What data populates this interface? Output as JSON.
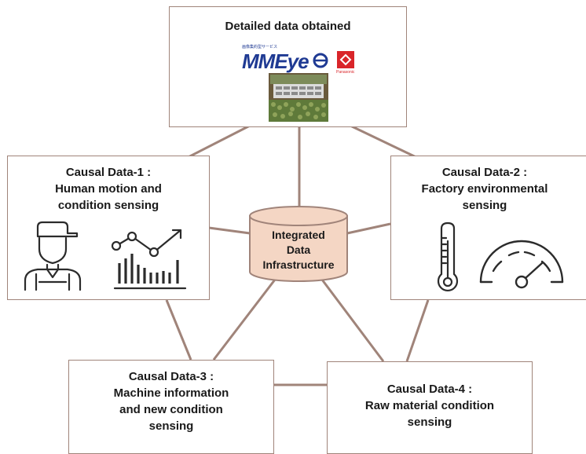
{
  "top": {
    "title": "Detailed data obtained",
    "logo_text": "MMEye",
    "logo_subtext": "画像集約型サービス",
    "badge_text": "Panasonic"
  },
  "center": {
    "lines": [
      "Integrated",
      "Data",
      "Infrastructure"
    ]
  },
  "causal_1": {
    "lines": [
      "Causal Data-1 :",
      "Human motion and",
      "condition sensing"
    ]
  },
  "causal_2": {
    "lines": [
      "Causal Data-2 :",
      "Factory environmental",
      "sensing"
    ]
  },
  "causal_3": {
    "lines": [
      "Causal Data-3 :",
      "Machine information",
      "and new condition",
      "sensing"
    ]
  },
  "causal_4": {
    "lines": [
      "Causal Data-4 :",
      "Raw material condition",
      "sensing"
    ]
  },
  "colors": {
    "border": "#a0847a",
    "connector": "#a0847a",
    "cylinder_fill": "#f4d6c4",
    "logo_blue": "#1f3a93",
    "badge_red": "#d9252a",
    "icon_stroke": "#2b2b2b"
  },
  "icons": [
    "worker-icon",
    "trend-chart-icon",
    "thermometer-icon",
    "gauge-icon"
  ]
}
